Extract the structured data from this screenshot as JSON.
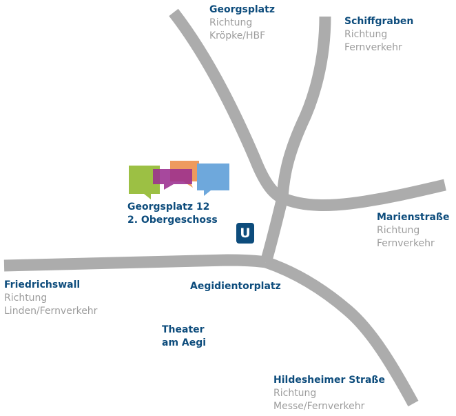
{
  "colors": {
    "road": "#acacac",
    "label_name": "#0d4c7c",
    "label_sub": "#9d9d9d",
    "ubahn_bg": "#0d4c7c",
    "ubahn_text": "#ffffff",
    "bubble_green": "#9cc044",
    "bubble_purple": "#9b2f8f",
    "bubble_orange": "#ee9a5e",
    "bubble_blue": "#6ea8dc"
  },
  "ubahn": {
    "letter": "U"
  },
  "location": {
    "line1": "Georgsplatz 12",
    "line2": "2. Obergeschoss"
  },
  "streets": {
    "georgsplatz": {
      "name": "Georgsplatz",
      "sub1": "Richtung",
      "sub2": "Kröpke/HBF"
    },
    "schiffgraben": {
      "name": "Schiffgraben",
      "sub1": "Richtung",
      "sub2": "Fernverkehr"
    },
    "marienstrasse": {
      "name": "Marienstraße",
      "sub1": "Richtung",
      "sub2": "Fernverkehr"
    },
    "friedrichswall": {
      "name": "Friedrichswall",
      "sub1": "Richtung",
      "sub2": "Linden/Fernverkehr"
    },
    "aegidientorplatz": {
      "name": "Aegidientorplatz"
    },
    "theater": {
      "line1": "Theater",
      "line2": "am Aegi"
    },
    "hildesheimer": {
      "name": "Hildesheimer Straße",
      "sub1": "Richtung",
      "sub2": "Messe/Fernverkehr"
    }
  }
}
